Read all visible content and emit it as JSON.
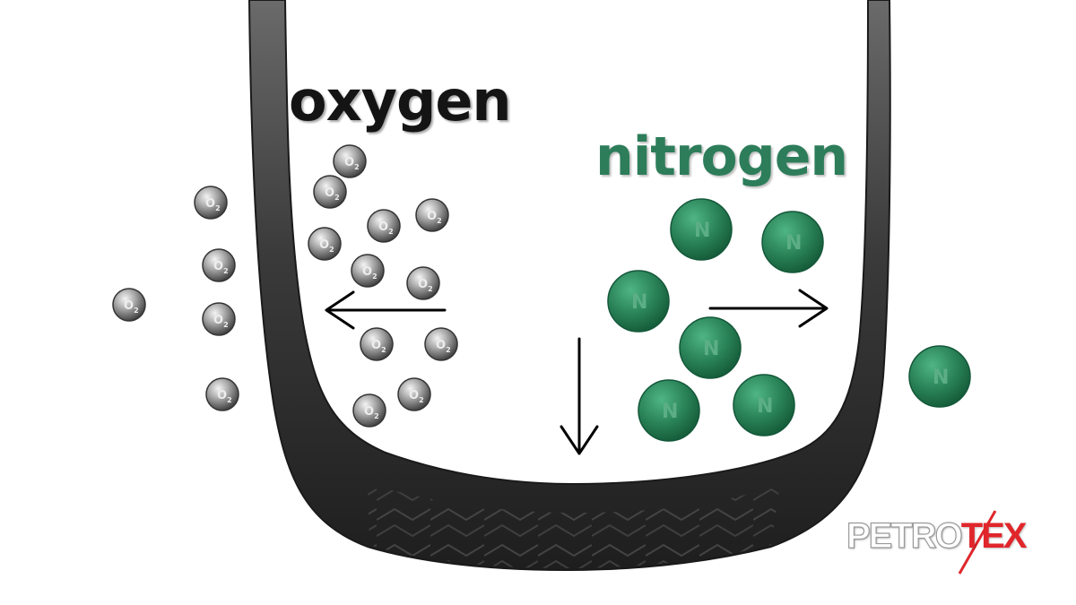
{
  "labels": {
    "oxygen": "oxygen",
    "nitrogen": "nitrogen"
  },
  "molecules": {
    "oxygen_symbol": "O",
    "oxygen_subscript": "2",
    "nitrogen_symbol": "N"
  },
  "logo": {
    "part1": "PETRO",
    "part2": "TEX"
  },
  "colors": {
    "tire": "#2e2e2e",
    "oxygen_molecule": "#8a8a8a",
    "nitrogen_molecule": "#2f8a60",
    "nitrogen_label": "#2d7d5a",
    "logo_accent": "#e0262b"
  },
  "icons": {
    "left_arrow": "arrow-left-icon",
    "right_arrow": "arrow-right-icon",
    "down_arrow": "arrow-down-icon"
  }
}
